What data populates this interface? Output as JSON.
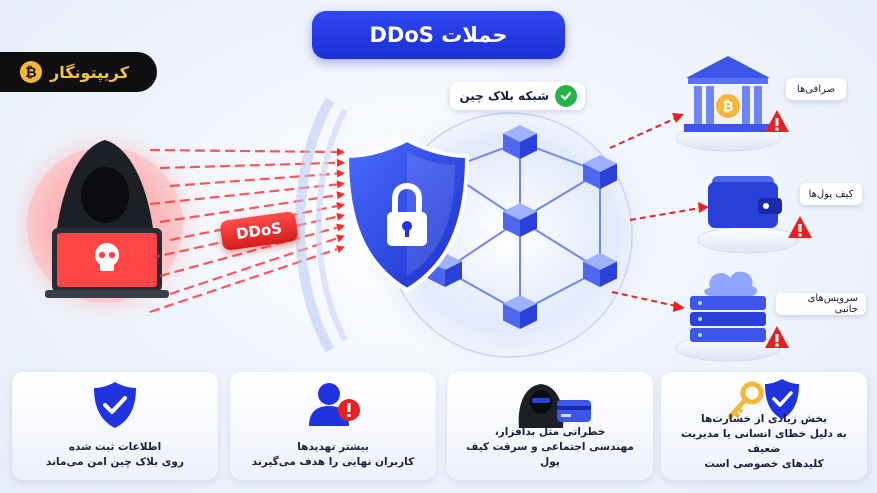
{
  "title": "حملات DDoS",
  "brand": {
    "name": "کریپتونگار"
  },
  "attack_badge": "DDoS",
  "blockchain_label": "شبکه بلاک چین",
  "targets": [
    {
      "label": "صرافی‌ها",
      "icon": "bank-bitcoin-icon"
    },
    {
      "label": "کیف پول‌ها",
      "icon": "wallet-icon"
    },
    {
      "label": "سرویس‌های جانبی",
      "icon": "server-cloud-icon"
    }
  ],
  "cards": [
    {
      "line1": "اطلاعات ثبت شده",
      "line2": "روی بلاک چین امن می‌ماند",
      "icon": "shield-check-icon"
    },
    {
      "line1": "بیشتر تهدیدها",
      "line2": "کاربران نهایی را هدف می‌گیرند",
      "icon": "user-alert-icon"
    },
    {
      "line1": "خطراتی مثل بدافزار،",
      "line2": "مهندسی اجتماعی و سرقت کیف پول",
      "icon": "hacker-card-icon"
    },
    {
      "line1": "بخش زیادی از خسارت‌ها",
      "line2": "به دلیل خطای انسانی یا مدیریت ضعیف",
      "line3": "کلیدهای خصوصی است",
      "icon": "key-shield-icon"
    }
  ],
  "colors": {
    "primary": "#1f34e0",
    "danger": "#e52121",
    "success": "#26b34a",
    "gold": "#f4c14a"
  }
}
